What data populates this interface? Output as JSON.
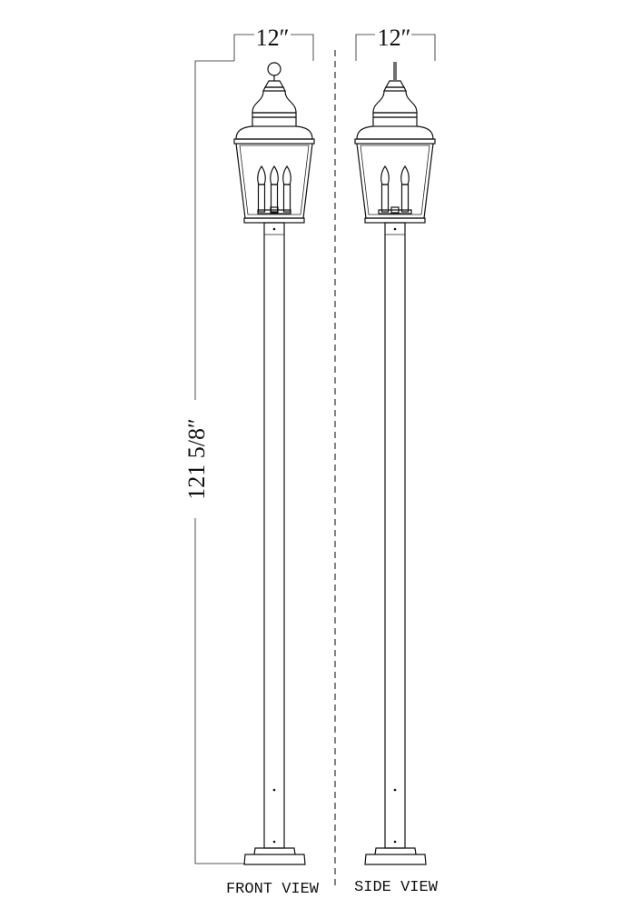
{
  "dimensions": {
    "front_width": "12″",
    "side_width": "12″",
    "overall_height": "121 5/8″"
  },
  "views": {
    "front": {
      "label": "FRONT VIEW",
      "candles": 3
    },
    "side": {
      "label": "SIDE VIEW",
      "candles": 2
    }
  }
}
